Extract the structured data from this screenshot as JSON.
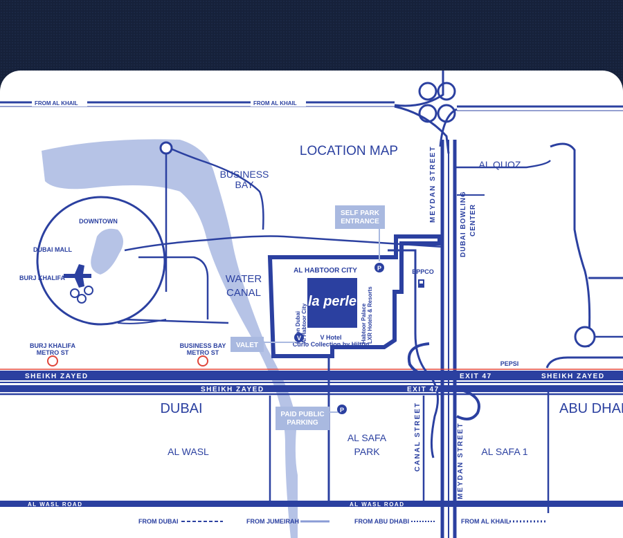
{
  "title": "LOCATION MAP",
  "roads": {
    "from_al_khail_left": "FROM AL KHAIL",
    "from_al_khail_mid": "FROM AL KHAIL",
    "meydan_street_top": "MEYDAN STREET",
    "meydan_street_bottom": "MEYDAN STREET",
    "canal_street": "CANAL STREET",
    "sheikh_zayed_1": "SHEIKH ZAYED",
    "sheikh_zayed_2": "SHEIKH ZAYED",
    "sheikh_zayed_3": "SHEIKH ZAYED",
    "exit_47_a": "EXIT 47",
    "exit_47_b": "EXIT 47",
    "al_wasl_road_left": "AL WASL ROAD",
    "al_wasl_road_mid": "AL WASL ROAD"
  },
  "areas": {
    "business_bay": [
      "BUSINESS",
      "BAY"
    ],
    "downtown": "DOWNTOWN",
    "dubai_mall": "DUBAI MALL",
    "burj_khalifa": "BURJ KHALIFA",
    "water_canal": [
      "WATER",
      "CANAL"
    ],
    "al_quoz": "AL QUOZ",
    "dubai_bowling": [
      "DUBAI BOWLING",
      "CENTER"
    ],
    "al_habtoor_city": "AL HABTOOR CITY",
    "eppco": "EPPCO",
    "pepsi": "PEPSI",
    "dubai": "DUBAI",
    "abu_dhabi": "ABU DHABI",
    "al_wasl": "AL WASL",
    "al_safa_park": [
      "AL SAFA",
      "PARK"
    ],
    "al_safa_1": "AL SAFA 1",
    "burj_khalifa_metro": [
      "BURJ KHALIFA",
      "METRO ST"
    ],
    "business_bay_metro": [
      "BUSINESS BAY",
      "METRO ST"
    ]
  },
  "hotels": {
    "hilton": [
      "Hilton Dubai",
      "Al Habtoor City"
    ],
    "habtoor_palace": [
      "Habtoor Palace",
      "LXR Hotels & Resorts"
    ],
    "v_hotel": [
      "V Hotel",
      "Curio Collection by Hilton"
    ],
    "logo_text": "la perle"
  },
  "tags": {
    "self_park": [
      "SELF PARK",
      "ENTRANCE"
    ],
    "valet": "VALET",
    "paid_parking": [
      "PAID PUBLIC",
      "PARKING"
    ],
    "p_marker": "P",
    "v_marker": "V"
  },
  "legend": {
    "from_dubai": "FROM DUBAI",
    "from_jumeirah": "FROM JUMEIRAH",
    "from_abu_dhabi": "FROM ABU DHABI",
    "from_al_khail": "FROM AL KHAIL"
  },
  "colors": {
    "road": "#2b40a0",
    "water": "#b6c3e6",
    "tag": "#a9b9e0",
    "metro_line": "#e0453a",
    "background": "#16213a"
  }
}
